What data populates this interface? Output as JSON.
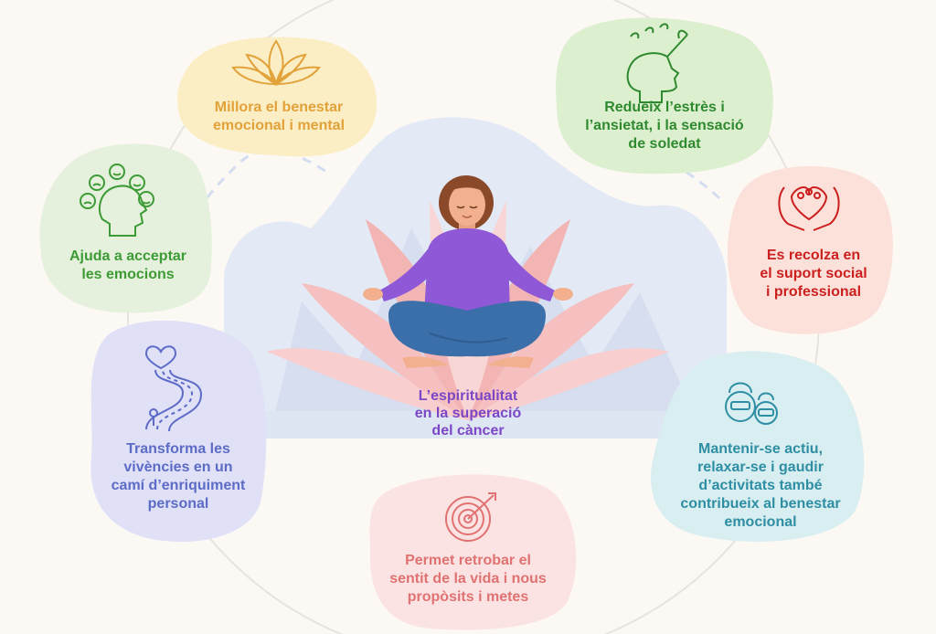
{
  "center": {
    "title_lines": [
      "L’espiritualitat",
      "en la superació",
      "del càncer"
    ],
    "color": "#7b47c7"
  },
  "benefits": [
    {
      "id": "emotional-wellbeing",
      "icon": "lotus-icon",
      "lines": [
        "Millora el benestar",
        "emocional i mental"
      ],
      "color": "#e2a23a",
      "bg": "#fbedc4"
    },
    {
      "id": "stress-anxiety",
      "icon": "open-head-icon",
      "lines": [
        "Redueix l’estrès i",
        "l’ansietat, i la sensació",
        "de soledat"
      ],
      "color": "#2f8a2f",
      "bg": "#dcefcf"
    },
    {
      "id": "accept-emotions",
      "icon": "emotions-head-icon",
      "lines": [
        "Ajuda a acceptar",
        "les emocions"
      ],
      "color": "#3d9b36",
      "bg": "#e5f1dc"
    },
    {
      "id": "social-support",
      "icon": "supporting-hands-icon",
      "lines": [
        "Es recolza en",
        "el suport social",
        "i professional"
      ],
      "color": "#cc1f1f",
      "bg": "#fbe1d9"
    },
    {
      "id": "personal-growth",
      "icon": "winding-road-heart-icon",
      "lines": [
        "Transforma les",
        "vivències en un",
        "camí d’enriquiment",
        "personal"
      ],
      "color": "#5c6bc6",
      "bg": "#e0e1f7"
    },
    {
      "id": "stay-active",
      "icon": "kettlebells-icon",
      "lines": [
        "Mantenir-se actiu,",
        "relaxar-se i gaudir",
        "d’activitats també",
        "contribueix al benestar",
        "emocional"
      ],
      "color": "#2e8ea3",
      "bg": "#d9eef1"
    },
    {
      "id": "life-purpose",
      "icon": "target-arrow-icon",
      "lines": [
        "Permet retrobar el",
        "sentit de la vida i nous",
        "propòsits i metes"
      ],
      "color": "#e07272",
      "bg": "#fbe3e3"
    }
  ],
  "colors": {
    "background": "#fcf9f5",
    "mountains": "#dfe6f3",
    "petals": "#f6c4c4",
    "petals_light": "#fbdede",
    "shirt": "#8e58d6",
    "pants": "#3b6faa",
    "skin": "#f2b08f",
    "hair": "#8a4a2a"
  }
}
